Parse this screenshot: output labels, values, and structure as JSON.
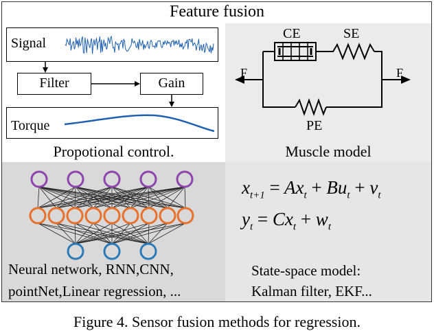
{
  "title": "Feature fusion",
  "caption": "Figure 4. Sensor fusion methods for regression.",
  "proportional": {
    "signal": "Signal",
    "filter": "Filter",
    "gain": "Gain",
    "torque": "Torque",
    "label": "Propotional control."
  },
  "muscle": {
    "ce": "CE",
    "se": "SE",
    "pe": "PE",
    "force_left": "F",
    "force_right": "F",
    "label": "Muscle model"
  },
  "neural": {
    "line1": "Neural network, RNN,CNN,",
    "line2": "pointNet,Linear regression, ...",
    "colors": {
      "input": "#8e44ad",
      "hidden": "#e8702a",
      "output": "#2a7ab8"
    }
  },
  "statespace": {
    "line1": "State-space model:",
    "line2": "Kalman filter, EKF..."
  }
}
